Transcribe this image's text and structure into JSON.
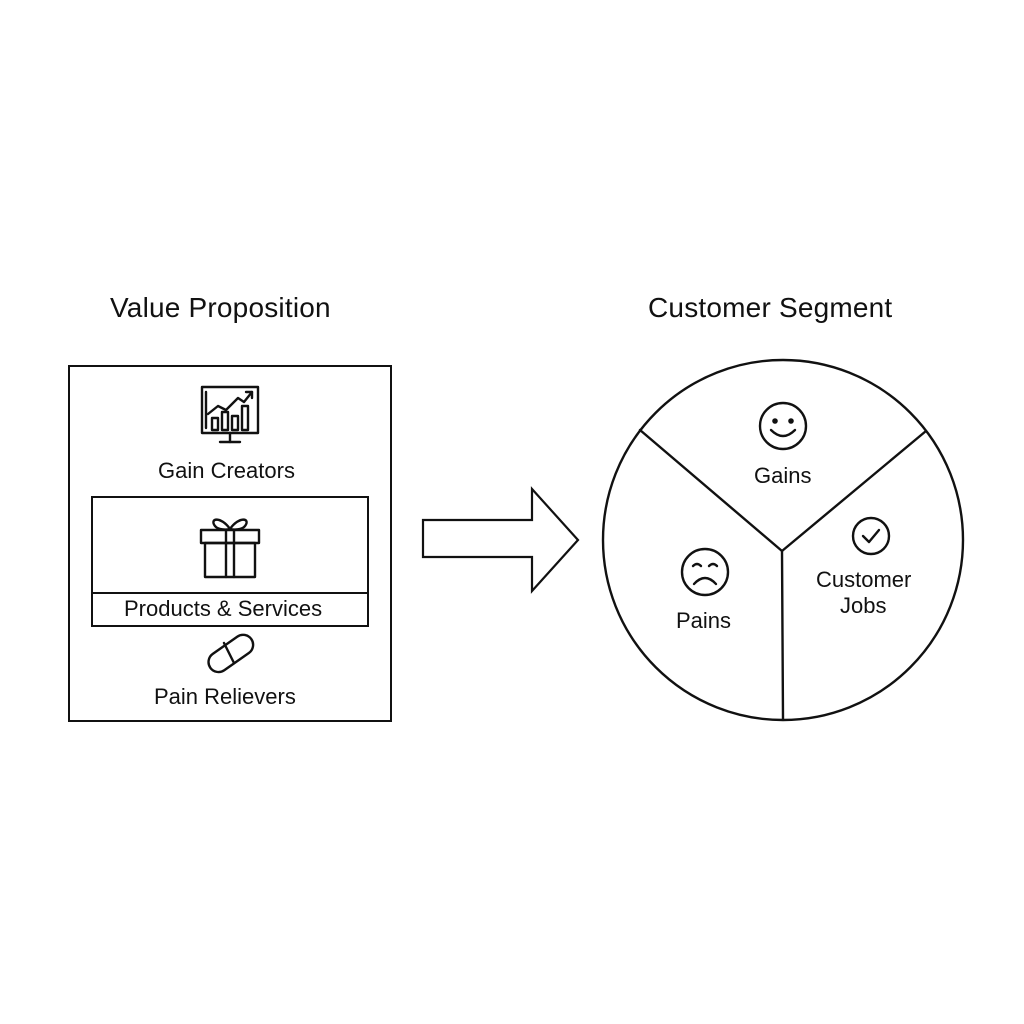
{
  "value_proposition": {
    "title": "Value Proposition",
    "gain_creators": {
      "label": "Gain Creators",
      "icon": "chart-monitor-icon"
    },
    "products_services": {
      "label": "Products & Services",
      "icon": "gift-icon"
    },
    "pain_relievers": {
      "label": "Pain Relievers",
      "icon": "pill-icon"
    }
  },
  "customer_segment": {
    "title": "Customer Segment",
    "gains": {
      "label": "Gains",
      "icon": "smile-icon"
    },
    "pains": {
      "label": "Pains",
      "icon": "frown-icon"
    },
    "customer_jobs": {
      "label_line1": "Customer",
      "label_line2": "Jobs",
      "icon": "check-circle-icon"
    }
  },
  "connector": {
    "icon": "right-arrow-icon"
  }
}
